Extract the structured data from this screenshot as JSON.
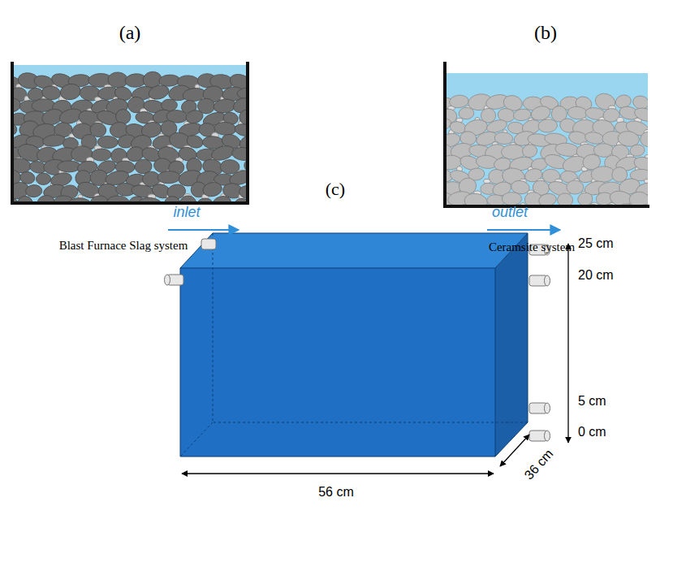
{
  "diagram": {
    "labels": [
      "(a)",
      "(b)",
      "Blast Furnace Slag system",
      "Ceramsite system",
      "(c)",
      "inlet",
      "outlet",
      "25 cm",
      "20 cm",
      "5 cm",
      "0 cm",
      "36 cm",
      "56 cm"
    ]
  }
}
